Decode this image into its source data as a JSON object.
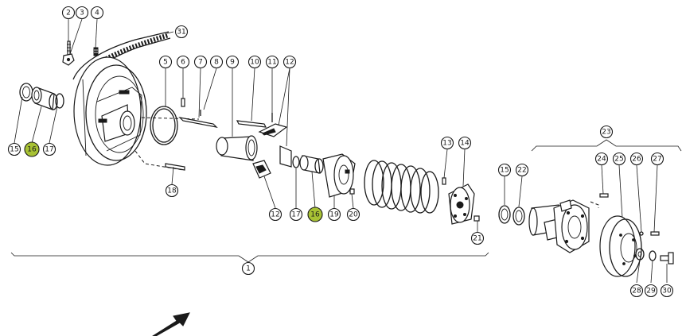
{
  "callouts": [
    {
      "label": "2",
      "highlight": false
    },
    {
      "label": "3",
      "highlight": false
    },
    {
      "label": "4",
      "highlight": false
    },
    {
      "label": "31",
      "highlight": false
    },
    {
      "label": "5",
      "highlight": false
    },
    {
      "label": "6",
      "highlight": false
    },
    {
      "label": "7",
      "highlight": false
    },
    {
      "label": "8",
      "highlight": false
    },
    {
      "label": "9",
      "highlight": false
    },
    {
      "label": "10",
      "highlight": false
    },
    {
      "label": "11",
      "highlight": false
    },
    {
      "label": "12",
      "highlight": false
    },
    {
      "label": "15",
      "highlight": false
    },
    {
      "label": "16",
      "highlight": true
    },
    {
      "label": "17",
      "highlight": false
    },
    {
      "label": "18",
      "highlight": false
    },
    {
      "label": "12",
      "highlight": false
    },
    {
      "label": "17",
      "highlight": false
    },
    {
      "label": "16",
      "highlight": true
    },
    {
      "label": "19",
      "highlight": false
    },
    {
      "label": "20",
      "highlight": false
    },
    {
      "label": "13",
      "highlight": false
    },
    {
      "label": "14",
      "highlight": false
    },
    {
      "label": "21",
      "highlight": false
    },
    {
      "label": "1",
      "highlight": false
    },
    {
      "label": "23",
      "highlight": false
    },
    {
      "label": "15",
      "highlight": false
    },
    {
      "label": "22",
      "highlight": false
    },
    {
      "label": "24",
      "highlight": false
    },
    {
      "label": "25",
      "highlight": false
    },
    {
      "label": "26",
      "highlight": false
    },
    {
      "label": "27",
      "highlight": false
    },
    {
      "label": "28",
      "highlight": false
    },
    {
      "label": "29",
      "highlight": false
    },
    {
      "label": "30",
      "highlight": false
    }
  ],
  "colors": {
    "ink": "#1a1a1a",
    "highlight": "#a8c234",
    "background": "#ffffff"
  },
  "icons": {
    "direction": "arrow-icon"
  }
}
